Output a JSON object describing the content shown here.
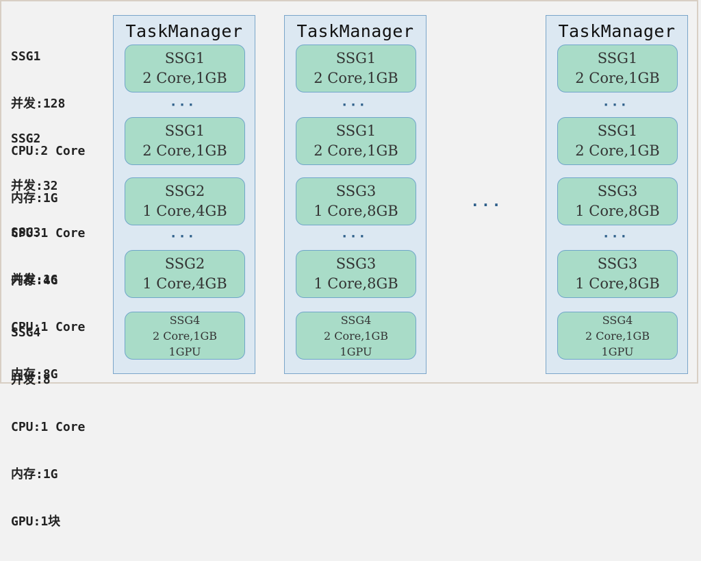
{
  "legend": [
    {
      "lines": [
        "SSG1",
        "并发:128",
        "CPU:2 Core",
        "内存:1G"
      ]
    },
    {
      "lines": [
        "SSG2",
        "并发:32",
        "CPU:1 Core",
        "内存:4G"
      ]
    },
    {
      "lines": [
        "SSG3",
        "并发:16",
        "CPU:1 Core",
        "内存:8G"
      ]
    },
    {
      "lines": [
        "SSG4",
        "并发:8",
        "CPU:1 Core",
        "内存:1G",
        "GPU:1块"
      ]
    }
  ],
  "task_managers": [
    {
      "title": "TaskManager",
      "slots": [
        {
          "lines": [
            "SSG1",
            "2 Core,1GB"
          ]
        },
        {
          "lines": [
            "SSG1",
            "2 Core,1GB"
          ]
        },
        {
          "lines": [
            "SSG2",
            "1 Core,4GB"
          ]
        },
        {
          "lines": [
            "SSG2",
            "1 Core,4GB"
          ]
        },
        {
          "lines": [
            "SSG4",
            "2 Core,1GB",
            "1GPU"
          ]
        }
      ]
    },
    {
      "title": "TaskManager",
      "slots": [
        {
          "lines": [
            "SSG1",
            "2 Core,1GB"
          ]
        },
        {
          "lines": [
            "SSG1",
            "2 Core,1GB"
          ]
        },
        {
          "lines": [
            "SSG3",
            "1 Core,8GB"
          ]
        },
        {
          "lines": [
            "SSG3",
            "1 Core,8GB"
          ]
        },
        {
          "lines": [
            "SSG4",
            "2 Core,1GB",
            "1GPU"
          ]
        }
      ]
    },
    {
      "title": "TaskManager",
      "slots": [
        {
          "lines": [
            "SSG1",
            "2 Core,1GB"
          ]
        },
        {
          "lines": [
            "SSG1",
            "2 Core,1GB"
          ]
        },
        {
          "lines": [
            "SSG3",
            "1 Core,8GB"
          ]
        },
        {
          "lines": [
            "SSG3",
            "1 Core,8GB"
          ]
        },
        {
          "lines": [
            "SSG4",
            "2 Core,1GB",
            "1GPU"
          ]
        }
      ]
    }
  ],
  "ellipsis": "···"
}
